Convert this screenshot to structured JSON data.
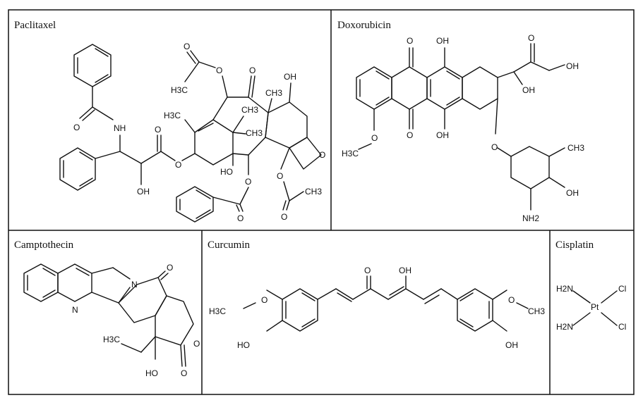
{
  "panels": {
    "paclitaxel": {
      "title": "Paclitaxel",
      "atoms": {
        "o1": "O",
        "h3c1": "H3C",
        "o2": "O",
        "nh": "NH",
        "o3": "O",
        "h3c2": "H3C",
        "ch3a": "CH3",
        "ch3b": "CH3",
        "ch3c": "CH3",
        "o4": "O",
        "oh1": "OH",
        "o5": "O",
        "o6": "O",
        "o7": "O",
        "ho": "HO",
        "oh2": "OH",
        "o8": "O",
        "o9": "O",
        "ch3d": "CH3",
        "o10": "O",
        "o11": "O"
      }
    },
    "doxorubicin": {
      "title": "Doxorubicin",
      "atoms": {
        "o1": "O",
        "oh1": "OH",
        "o2": "O",
        "oh2": "OH",
        "oh3": "OH",
        "o3": "O",
        "oh4": "OH",
        "o4": "O",
        "o5": "O",
        "ch3": "CH3",
        "h3c": "H3C",
        "oh5": "OH",
        "nh2": "NH2"
      }
    },
    "camptothecin": {
      "title": "Camptothecin",
      "atoms": {
        "n1": "N",
        "n2": "N",
        "o1": "O",
        "h3c": "H3C",
        "o2": "O",
        "ho": "HO",
        "o3": "O"
      }
    },
    "curcumin": {
      "title": "Curcumin",
      "atoms": {
        "o1": "O",
        "oh": "OH",
        "h3c": "H3C",
        "o2": "O",
        "o3": "O",
        "ch3": "CH3",
        "ho": "HO",
        "oh2": "OH"
      }
    },
    "cisplatin": {
      "title": "Cisplatin",
      "atoms": {
        "h2n1": "H2N",
        "cl1": "Cl",
        "pt": "Pt",
        "h2n2": "H2N",
        "cl2": "Cl"
      }
    }
  }
}
